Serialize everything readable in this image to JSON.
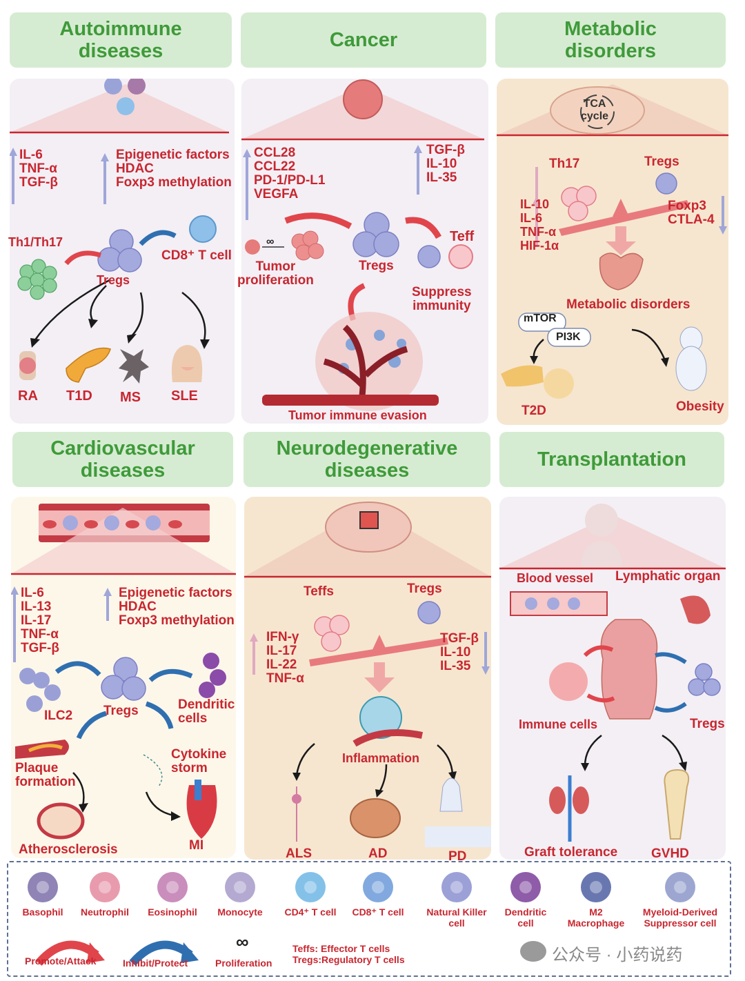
{
  "headers": {
    "autoimmune": "Autoimmune\ndiseases",
    "cancer": "Cancer",
    "metabolic": "Metabolic\ndisorders",
    "cardiovascular": "Cardiovascular\ndiseases",
    "neurodegenerative": "Neurodegenerative\ndiseases",
    "transplantation": "Transplantation"
  },
  "autoimmune": {
    "cytokines": "IL-6\nTNF-α\nTGF-β",
    "epigenetic": "Epigenetic factors\nHDAC\nFoxp3 methylation",
    "th1th17": "Th1/Th17",
    "cd8": "CD8⁺ T cell",
    "tregs": "Tregs",
    "diseases": [
      "RA",
      "T1D",
      "MS",
      "SLE"
    ]
  },
  "cancer": {
    "chemokines": "CCL28\nCCL22\nPD-1/PD-L1\nVEGFA",
    "cytokines": "TGF-β\nIL-10\nIL-35",
    "teff": "Teff",
    "tregs": "Tregs",
    "infinity": "∞",
    "tumor_proliferation": "Tumor\nproliferation",
    "suppress_immunity": "Suppress\nimmunity",
    "evasion": "Tumor immune evasion"
  },
  "metabolic": {
    "tca": "TCA\ncycle",
    "th17": "Th17",
    "tregs": "Tregs",
    "up": "IL-10\nIL-6\nTNF-α\nHIF-1α",
    "down": "Foxp3\nCTLA-4",
    "title": "Metabolic disorders",
    "mtor": "mTOR",
    "pi3k": "PI3K",
    "t2d": "T2D",
    "obesity": "Obesity"
  },
  "cardio": {
    "cytokines": "IL-6\nIL-13\nIL-17\nTNF-α\nTGF-β",
    "epigenetic": "Epigenetic factors\nHDAC\nFoxp3 methylation",
    "ilc2": "ILC2",
    "tregs": "Tregs",
    "dendritic": "Dendritic\ncells",
    "plaque": "Plaque\nformation",
    "cytokine_storm": "Cytokine\nstorm",
    "athero": "Atherosclerosis",
    "mi": "MI"
  },
  "neuro": {
    "teffs": "Teffs",
    "tregs": "Tregs",
    "up": "IFN-γ\nIL-17\nIL-22\nTNF-α",
    "down": "TGF-β\nIL-10\nIL-35",
    "inflammation": "Inflammation",
    "diseases": [
      "ALS",
      "AD",
      "PD"
    ]
  },
  "transplant": {
    "blood_vessel": "Blood vessel",
    "lymphatic": "Lymphatic organ",
    "immune_cells": "Immune cells",
    "tregs": "Tregs",
    "graft": "Graft tolerance",
    "gvhd": "GVHD"
  },
  "legend": {
    "cells": [
      {
        "label": "Basophil",
        "color": "#7b6fa8"
      },
      {
        "label": "Neutrophil",
        "color": "#e58aa0"
      },
      {
        "label": "Eosinophil",
        "color": "#c07ab0"
      },
      {
        "label": "Monocyte",
        "color": "#a79ac9"
      },
      {
        "label": "CD4⁺ T cell",
        "color": "#6fb6e4"
      },
      {
        "label": "CD8⁺ T cell",
        "color": "#6b9ad9"
      },
      {
        "label": "Natural Killer\ncell",
        "color": "#8a8fd0"
      },
      {
        "label": "Dendritic\ncell",
        "color": "#7a3f9a"
      },
      {
        "label": "M2\nMacrophage",
        "color": "#4f5fa3"
      },
      {
        "label": "Myeloid-Derived\nSuppressor cell",
        "color": "#8b96c9"
      }
    ],
    "promote": "Promote/Attack",
    "inhibit": "Inhibit/Protect",
    "infinity": "∞",
    "proliferation": "Proliferation",
    "definitions": "Teffs: Effector T cells\nTregs:Regulatory T cells"
  },
  "watermark": "公众号 · 小药说药"
}
